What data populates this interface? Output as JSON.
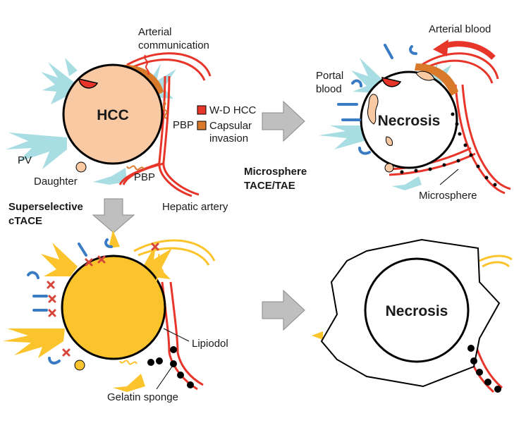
{
  "labels": {
    "hcc": "HCC",
    "arterial_communication_1": "Arterial",
    "arterial_communication_2": "communication",
    "pbp_upper": "PBP",
    "pbp_lower": "PBP",
    "pv": "PV",
    "daughter": "Daughter",
    "hepatic_artery": "Hepatic artery",
    "legend_wd": "W-D HCC",
    "legend_capsular_1": "Capsular",
    "legend_capsular_2": "invasion",
    "arterial_blood": "Arterial blood",
    "portal_blood_1": "Portal",
    "portal_blood_2": "blood",
    "necrosis_top": "Necrosis",
    "microsphere_method_1": "Microsphere",
    "microsphere_method_2": "TACE/TAE",
    "microsphere": "Microsphere",
    "superselective_1": "Superselective",
    "superselective_2": "cTACE",
    "lipiodol": "Lipiodol",
    "gelatin_sponge": "Gelatin sponge",
    "necrosis_bottom": "Necrosis"
  },
  "colors": {
    "tumor": "#f9c9a4",
    "artery": "#e8352a",
    "wd_hcc": "#e8352a",
    "capsular_invasion": "#d97a2b",
    "portal_vein": "#a8dde3",
    "portal_flow_arrow": "#3a7cc4",
    "lipiodol": "#fcc42c",
    "embolized_marker": "#d6453a",
    "microsphere": "#000000",
    "process_arrow": "#bfbfbf"
  }
}
